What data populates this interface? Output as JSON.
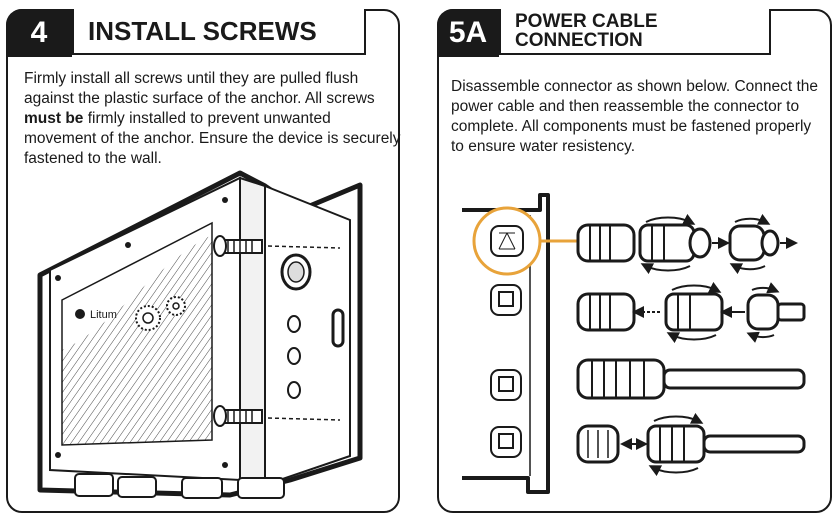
{
  "step4": {
    "number": "4",
    "title": "INSTALL SCREWS",
    "text_before": "Firmly install all screws until they are pulled flush against the plastic surface of the anchor. All screws ",
    "text_bold": "must be",
    "text_after": " firmly installed to prevent unwanted movement of the anchor. Ensure the device is securely fastened to the wall.",
    "logo_text": "Litum"
  },
  "step5a": {
    "number": "5A",
    "title_line1": "POWER CABLE",
    "title_line2": "CONNECTION",
    "text": "Disassemble connector as shown below. Connect the power cable and then reassemble the connector to complete. All components must be fastened properly to ensure water resistency."
  },
  "colors": {
    "ink": "#1a1a1a",
    "highlight": "#e8a33a"
  }
}
